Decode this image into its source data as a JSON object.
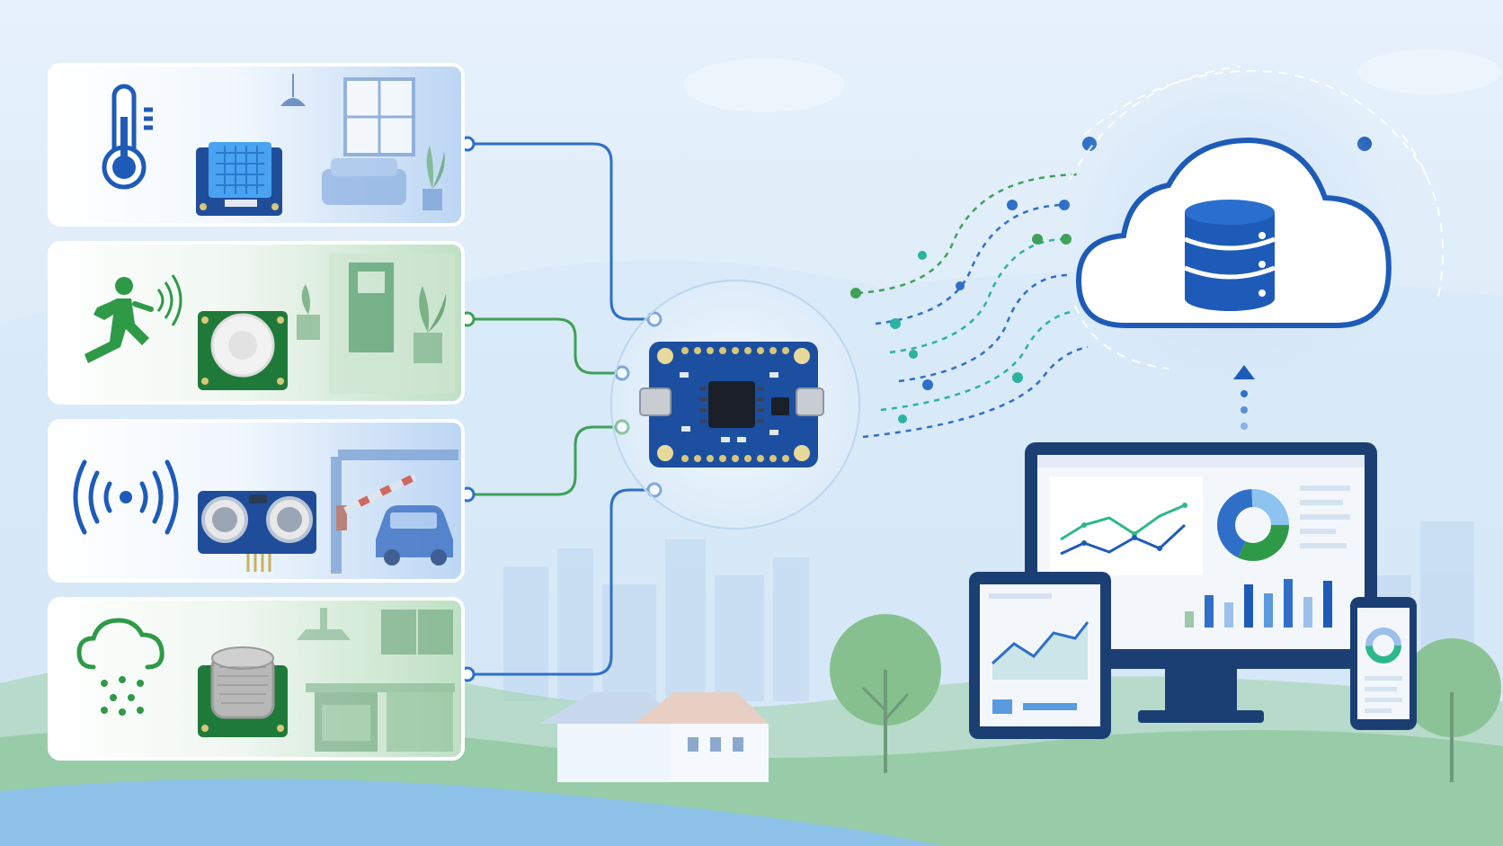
{
  "sensors": [
    {
      "id": "temperature",
      "icon": "thermometer-icon",
      "module": "dht11-sensor-module",
      "scene": "living-room",
      "accent": "#1e5bb8"
    },
    {
      "id": "motion",
      "icon": "running-person-icon",
      "module": "pir-motion-sensor-module",
      "scene": "hallway-door",
      "accent": "#2e9a47"
    },
    {
      "id": "distance",
      "icon": "signal-waves-icon",
      "module": "ultrasonic-sensor-module",
      "scene": "parking-gate",
      "accent": "#1e5bb8"
    },
    {
      "id": "gas",
      "icon": "gas-cloud-icon",
      "module": "gas-sensor-module",
      "scene": "kitchen",
      "accent": "#2e9a47"
    }
  ],
  "hub": {
    "icon": "microcontroller-board-icon",
    "color": "#1c4fa0"
  },
  "cloud": {
    "icon": "database-icon",
    "color": "#1e5bb8"
  },
  "dashboard": {
    "devices": [
      "desktop-monitor",
      "tablet",
      "smartphone"
    ],
    "accent": "#1e5bb8",
    "accent2": "#2eb88a"
  },
  "colors": {
    "sky": "#dcebf8",
    "blue": "#1e5bb8",
    "green": "#2e9a47",
    "teal": "#2bb3a0"
  }
}
